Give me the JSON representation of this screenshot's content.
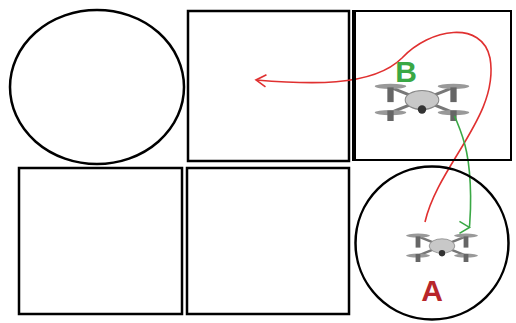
{
  "diagram": {
    "nodes": [
      {
        "text": [
          "B"
        ]
      },
      {
        "text": [
          "A"
        ]
      }
    ],
    "edges": [
      {
        "from": 0,
        "to": 1,
        "arrow": "to"
      }
    ]
  }
}
